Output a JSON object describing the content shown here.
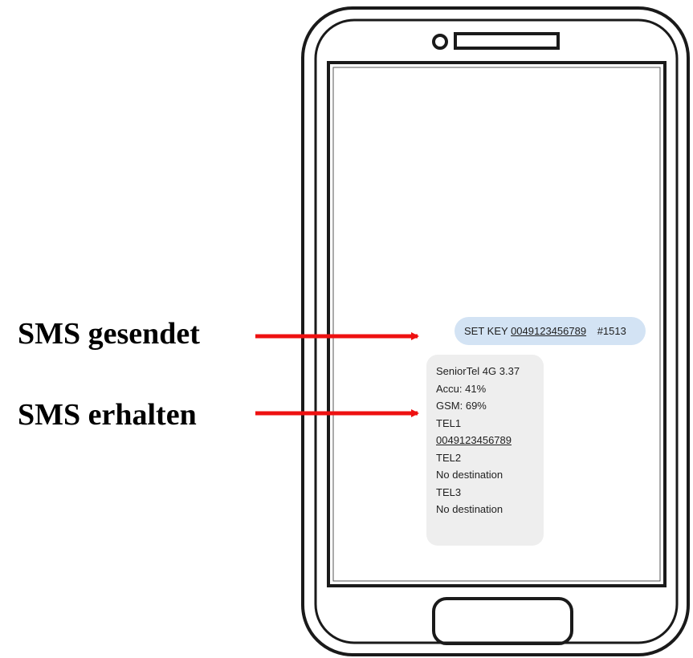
{
  "labels": {
    "sent": "SMS gesendet",
    "received": "SMS erhalten"
  },
  "arrow_color": "#ee1111",
  "sent_message": {
    "prefix": "SET KEY",
    "number": "0049123456789",
    "code": "#1513"
  },
  "received_message": {
    "lines": [
      "SeniorTel 4G 3.37",
      "Accu: 41%",
      "GSM: 69%",
      "TEL1",
      "0049123456789",
      "TEL2",
      "No destination",
      "TEL3",
      "No destination"
    ]
  },
  "colors": {
    "sent_bubble": "#d3e3f4",
    "received_bubble": "#eeeeee",
    "phone_outline": "#1a1a1a"
  }
}
